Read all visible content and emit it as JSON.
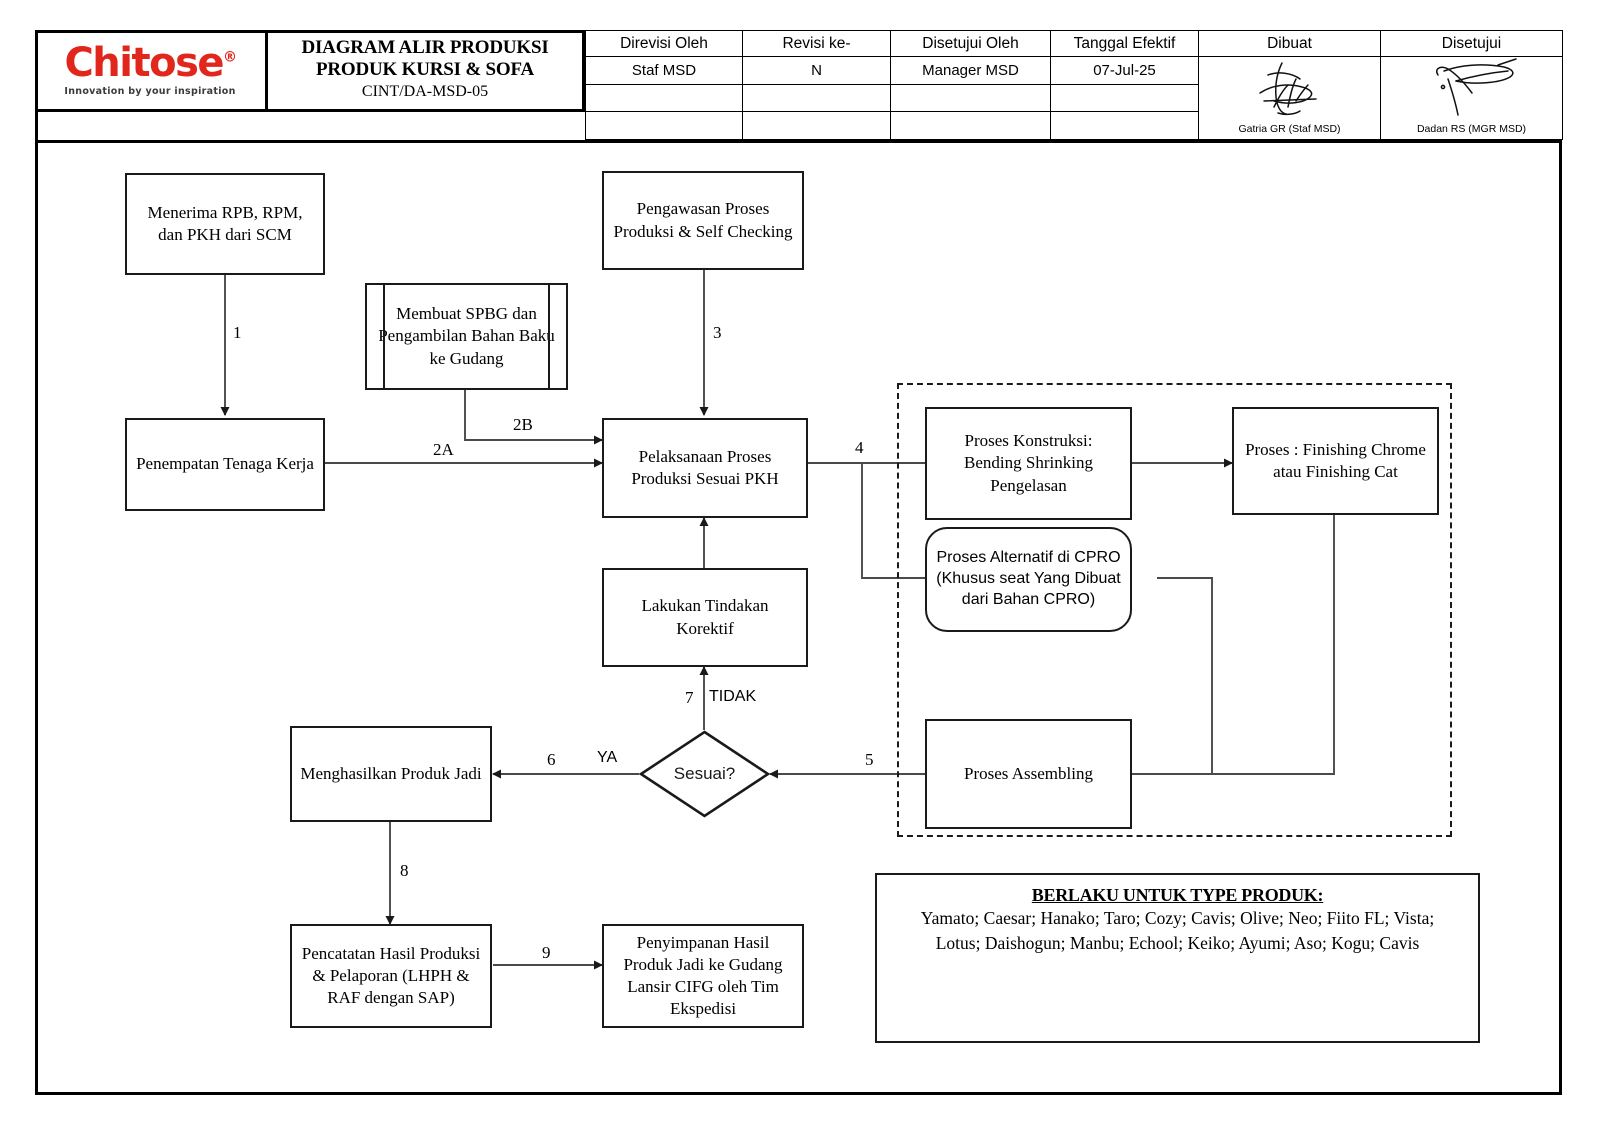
{
  "header": {
    "logo": {
      "word": "Chitose",
      "registered": "®",
      "tagline": "Innovation by your inspiration"
    },
    "title_line1": "DIAGRAM ALIR PRODUKSI",
    "title_line2": "PRODUK KURSI & SOFA",
    "doc_code": "CINT/DA-MSD-05",
    "table": {
      "columns": [
        "Direvisi Oleh",
        "Revisi ke-",
        "Disetujui Oleh",
        "Tanggal Efektif",
        "Dibuat",
        "Disetujui"
      ],
      "row1": [
        "Staf MSD",
        "N",
        "Manager MSD",
        "07-Jul-25"
      ],
      "row2": [
        "",
        "",
        "",
        ""
      ],
      "row3": [
        "",
        "",
        "",
        ""
      ],
      "signature_captions": [
        "Gatria GR (Staf MSD)",
        "Dadan RS (MGR MSD)"
      ]
    }
  },
  "nodes": {
    "n1": "Menerima RPB, RPM, dan PKH dari SCM",
    "n2": "Penempatan Tenaga Kerja",
    "n3": "Membuat SPBG dan Pengambilan Bahan Baku ke Gudang",
    "n4": "Pengawasan Proses Produksi & Self Checking",
    "n5": "Pelaksanaan Proses Produksi Sesuai PKH",
    "n6": "Proses Konstruksi: Bending Shrinking Pengelasan",
    "n7": "Proses : Finishing Chrome atau Finishing Cat",
    "n8": "Proses Alternatif di CPRO (Khusus seat Yang Dibuat dari Bahan CPRO)",
    "n9": "Proses Assembling",
    "n10": "Lakukan Tindakan Korektif",
    "n11": "Sesuai?",
    "n12": "Menghasilkan Produk Jadi",
    "n13": "Pencatatan Hasil Produksi & Pelaporan (LHPH & RAF dengan SAP)",
    "n14": "Penyimpanan Hasil Produk Jadi ke Gudang Lansir CIFG oleh Tim Ekspedisi"
  },
  "edge_labels": {
    "e1": "1",
    "e2a": "2A",
    "e2b": "2B",
    "e3": "3",
    "e4": "4",
    "e5": "5",
    "e6": "6",
    "e7": "7",
    "e8": "8",
    "e9": "9",
    "yes": "YA",
    "no": "TIDAK"
  },
  "note": {
    "title": "BERLAKU UNTUK TYPE PRODUK:",
    "line1": "Yamato; Caesar; Hanako; Taro; Cozy; Cavis; Olive; Neo; Fiito FL; Vista;",
    "line2": "Lotus; Daishogun; Manbu; Echool; Keiko; Ayumi; Aso; Kogu; Cavis"
  },
  "colors": {
    "brand_red": "#e1261c",
    "line": "#1a1a1a",
    "background": "#ffffff"
  }
}
